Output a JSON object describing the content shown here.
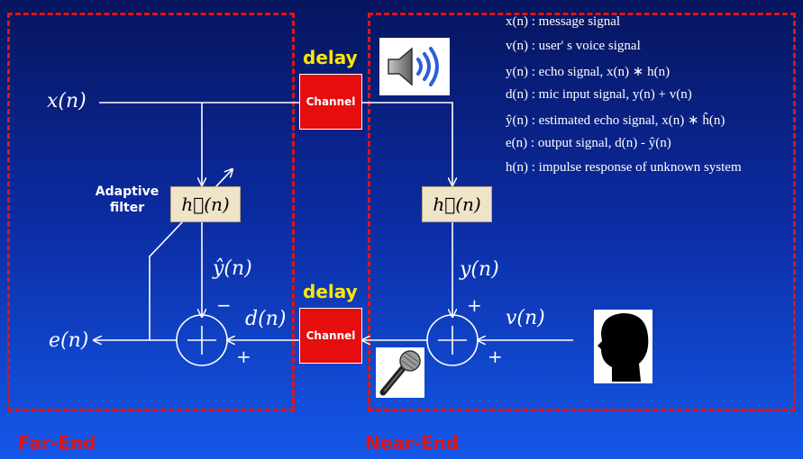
{
  "zones": {
    "far_end": "Far-End",
    "near_end": "Near-End"
  },
  "delay_labels": {
    "top": "delay",
    "bottom": "delay"
  },
  "channels": {
    "top": "Channel",
    "bottom": "Channel"
  },
  "adaptive_filter_label": "Adaptive filter",
  "filters": {
    "adaptive": "h⃗(n)",
    "unknown": "h⃗(n)"
  },
  "signals": {
    "x": "x(n)",
    "e": "e(n)",
    "y_hat": "ŷ(n)",
    "d": "d(n)",
    "y": "y(n)",
    "v": "v(n)"
  },
  "signs": {
    "far_minus": "−",
    "far_plus": "+",
    "near_plus_top": "+",
    "near_plus_bottom": "+"
  },
  "legend": [
    "x(n)  :  message signal",
    "v(n)  :  user' s voice signal",
    "y(n)  :  echo signal,  x(n) ∗ h(n)",
    "d(n)  :  mic input signal,   y(n) + v(n)",
    "ŷ(n)  :  estimated echo signal,  x(n) ∗ ĥ(n)",
    "e(n)  :  output signal,   d(n) - ŷ(n)",
    "h(n)  :  impulse response of unknown system"
  ],
  "icons": [
    "speaker-icon",
    "microphone-icon",
    "head-silhouette-icon"
  ],
  "colors": {
    "zone_border": "#e01414",
    "delay_text": "#ffe600",
    "channel_fill": "#e50d0d",
    "filter_fill": "#efe3c8"
  }
}
